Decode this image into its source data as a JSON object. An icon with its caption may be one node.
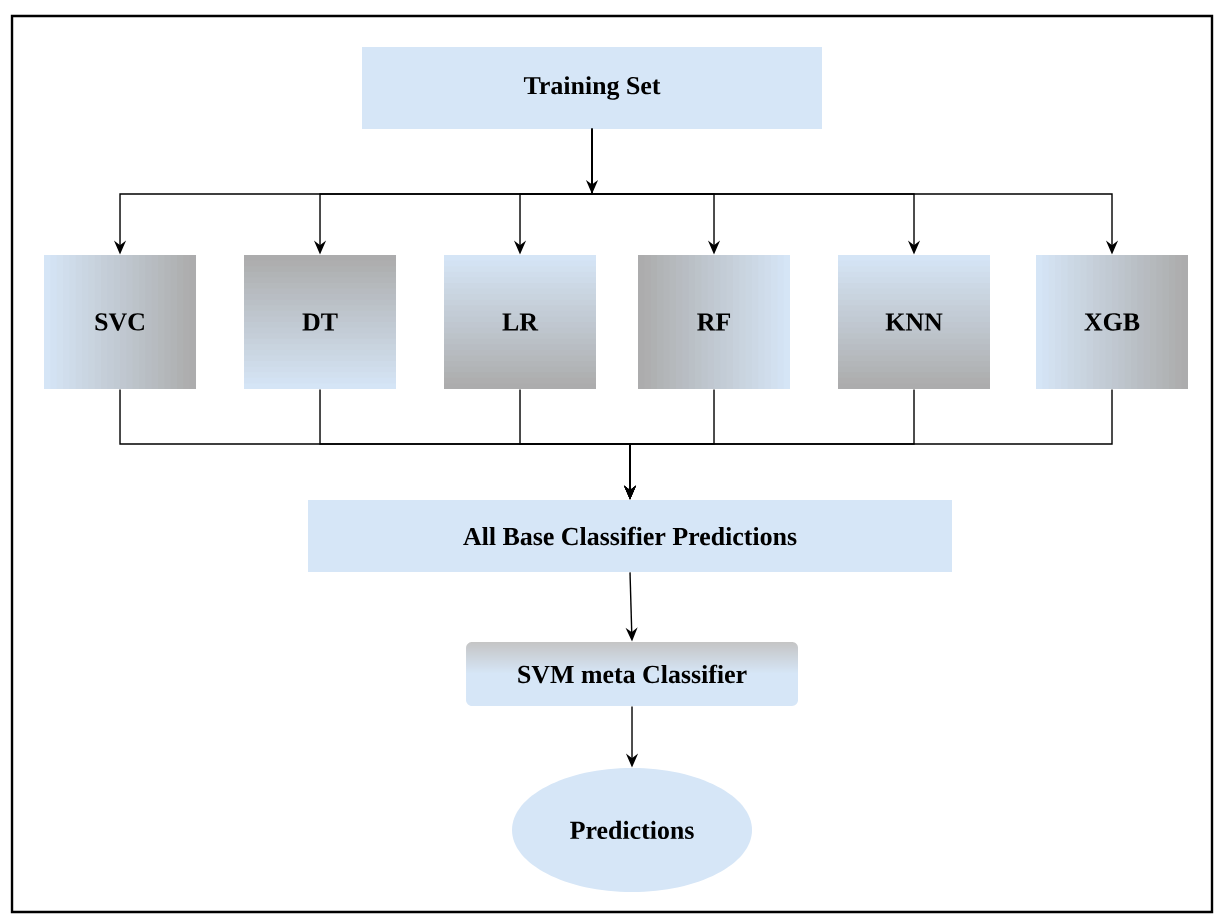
{
  "diagram": {
    "nodes": [
      {
        "text": [
          "Training Set"
        ]
      },
      {
        "text": [
          "SVC"
        ]
      },
      {
        "text": [
          "DT"
        ]
      },
      {
        "text": [
          "LR"
        ]
      },
      {
        "text": [
          "RF"
        ]
      },
      {
        "text": [
          "KNN"
        ]
      },
      {
        "text": [
          "XGB"
        ]
      },
      {
        "text": [
          "All Base Classifier Predictions"
        ]
      },
      {
        "text": [
          "SVM meta Classifier"
        ]
      },
      {
        "text": [
          "Predictions"
        ]
      }
    ],
    "edges": [
      {
        "from": 0,
        "to": 1,
        "arrow": "to"
      },
      {
        "from": 0,
        "to": 2,
        "arrow": "to"
      },
      {
        "from": 0,
        "to": 3,
        "arrow": "to"
      },
      {
        "from": 0,
        "to": 4,
        "arrow": "to"
      },
      {
        "from": 0,
        "to": 5,
        "arrow": "to"
      },
      {
        "from": 0,
        "to": 6,
        "arrow": "to"
      },
      {
        "from": 1,
        "to": 7,
        "arrow": "to"
      },
      {
        "from": 2,
        "to": 7,
        "arrow": "to"
      },
      {
        "from": 3,
        "to": 7,
        "arrow": "to"
      },
      {
        "from": 4,
        "to": 7,
        "arrow": "to"
      },
      {
        "from": 5,
        "to": 7,
        "arrow": "to"
      },
      {
        "from": 6,
        "to": 7,
        "arrow": "to"
      },
      {
        "from": 7,
        "to": 8,
        "arrow": "to"
      },
      {
        "from": 8,
        "to": 9,
        "arrow": "to"
      }
    ]
  }
}
